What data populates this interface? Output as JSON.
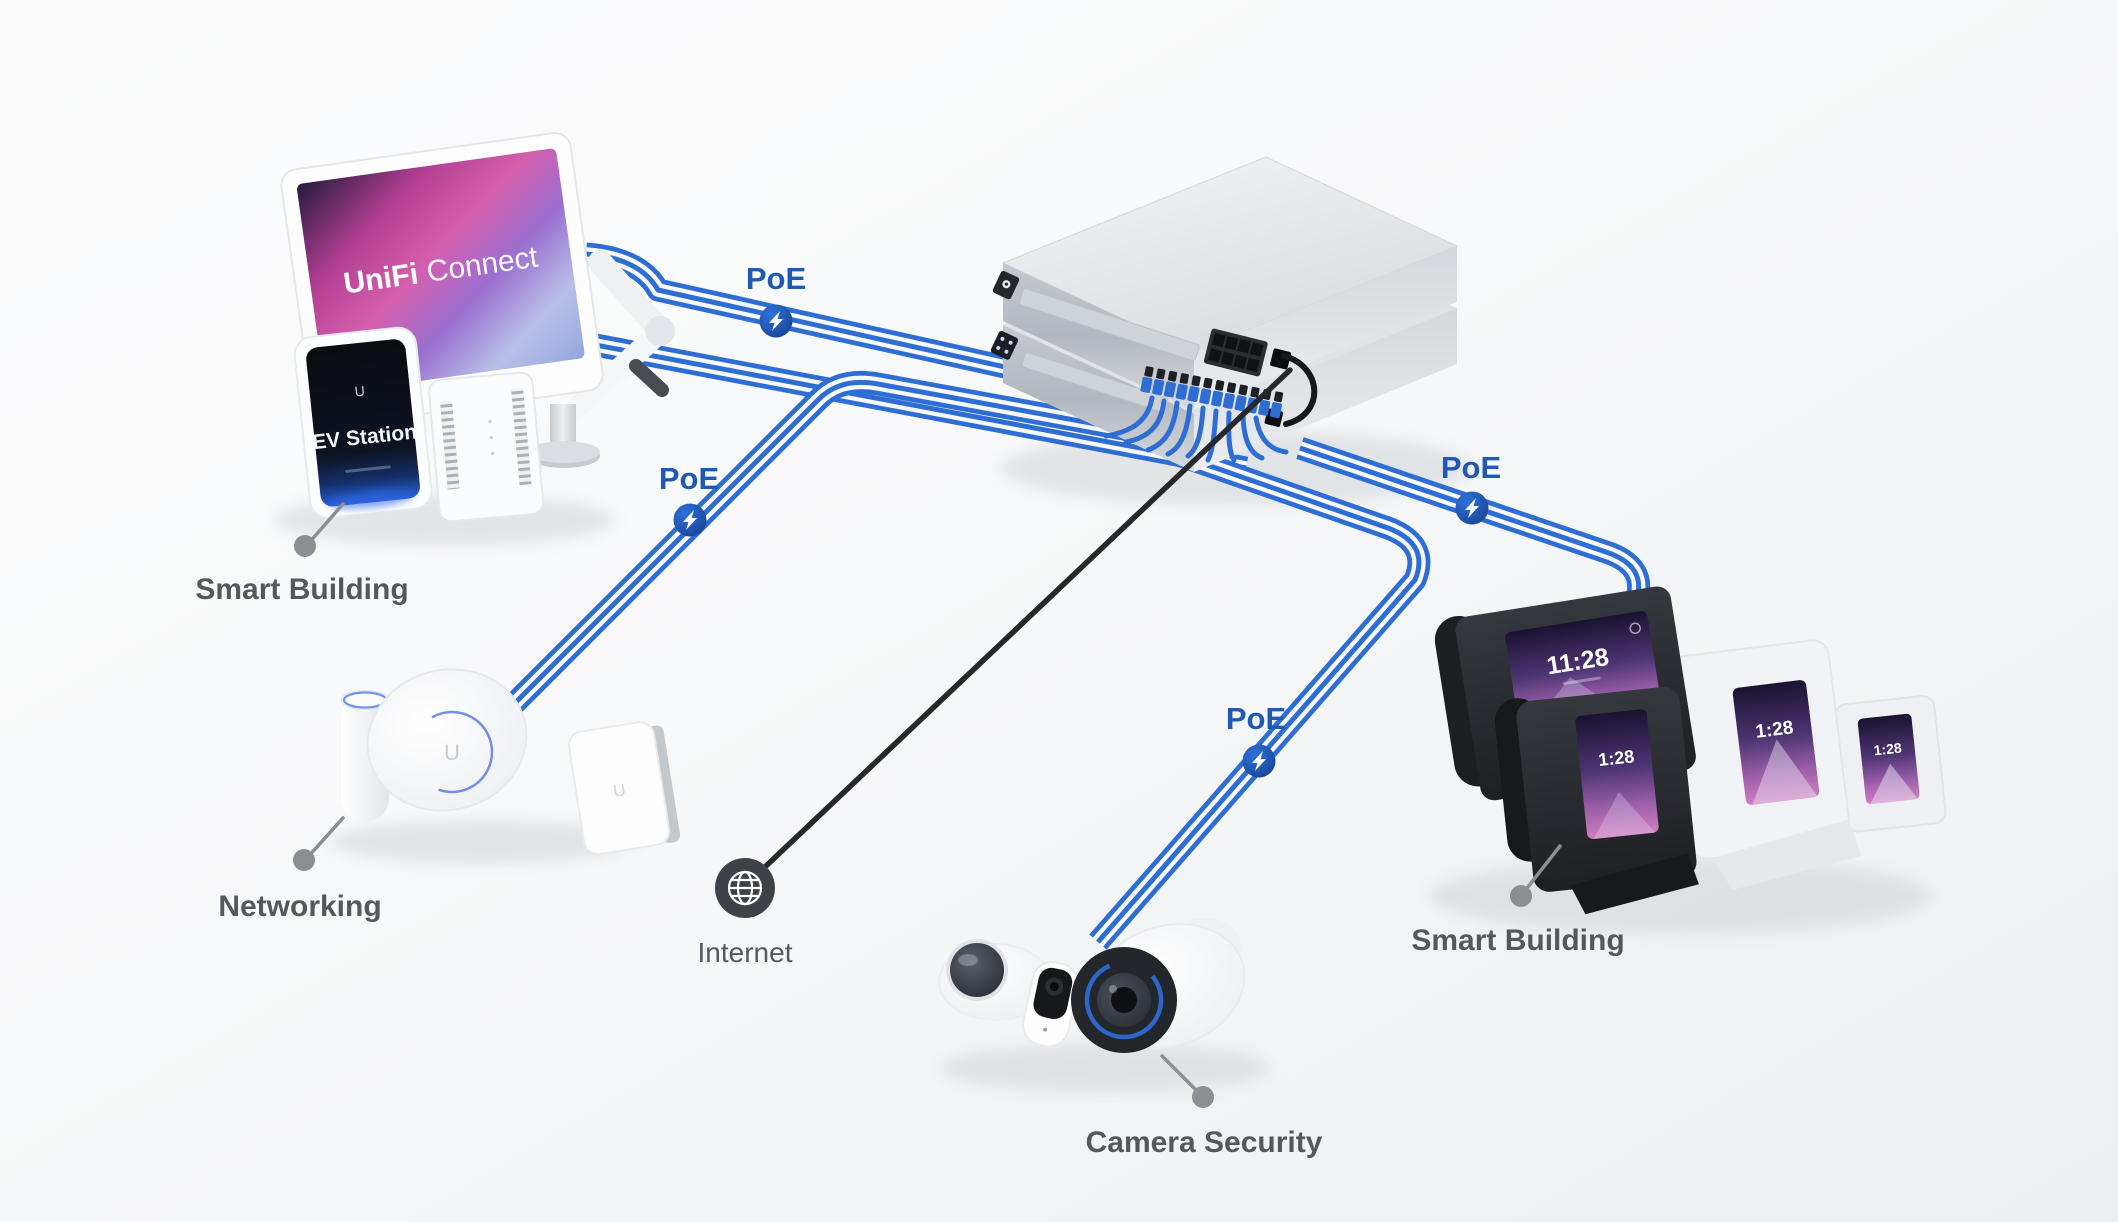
{
  "scene": {
    "poe_label": "PoE",
    "labels": {
      "smart_building_left": "Smart Building",
      "networking": "Networking",
      "internet": "Internet",
      "camera_security": "Camera Security",
      "smart_building_right": "Smart Building"
    },
    "display": {
      "brand": "UniFi",
      "product": "Connect"
    },
    "ev_station": {
      "name": "EV Station"
    },
    "phones": {
      "phone_large_black_clock": "11:28",
      "phone_small_black_clock": "1:28",
      "phone_large_white_clock": "1:28",
      "phone_small_white_clock": "1:28"
    },
    "icons": [
      "lightning-bolt-icon",
      "globe-icon"
    ],
    "colors": {
      "cable_blue": "#2e6ed4",
      "poe_text_blue": "#2059b4",
      "badge_blue": "#1d4fa8",
      "label_gray": "#54585d",
      "connector_gray": "#8b8f94",
      "internet_circle": "#3d4249",
      "screen_magenta": "#c2439b"
    }
  }
}
